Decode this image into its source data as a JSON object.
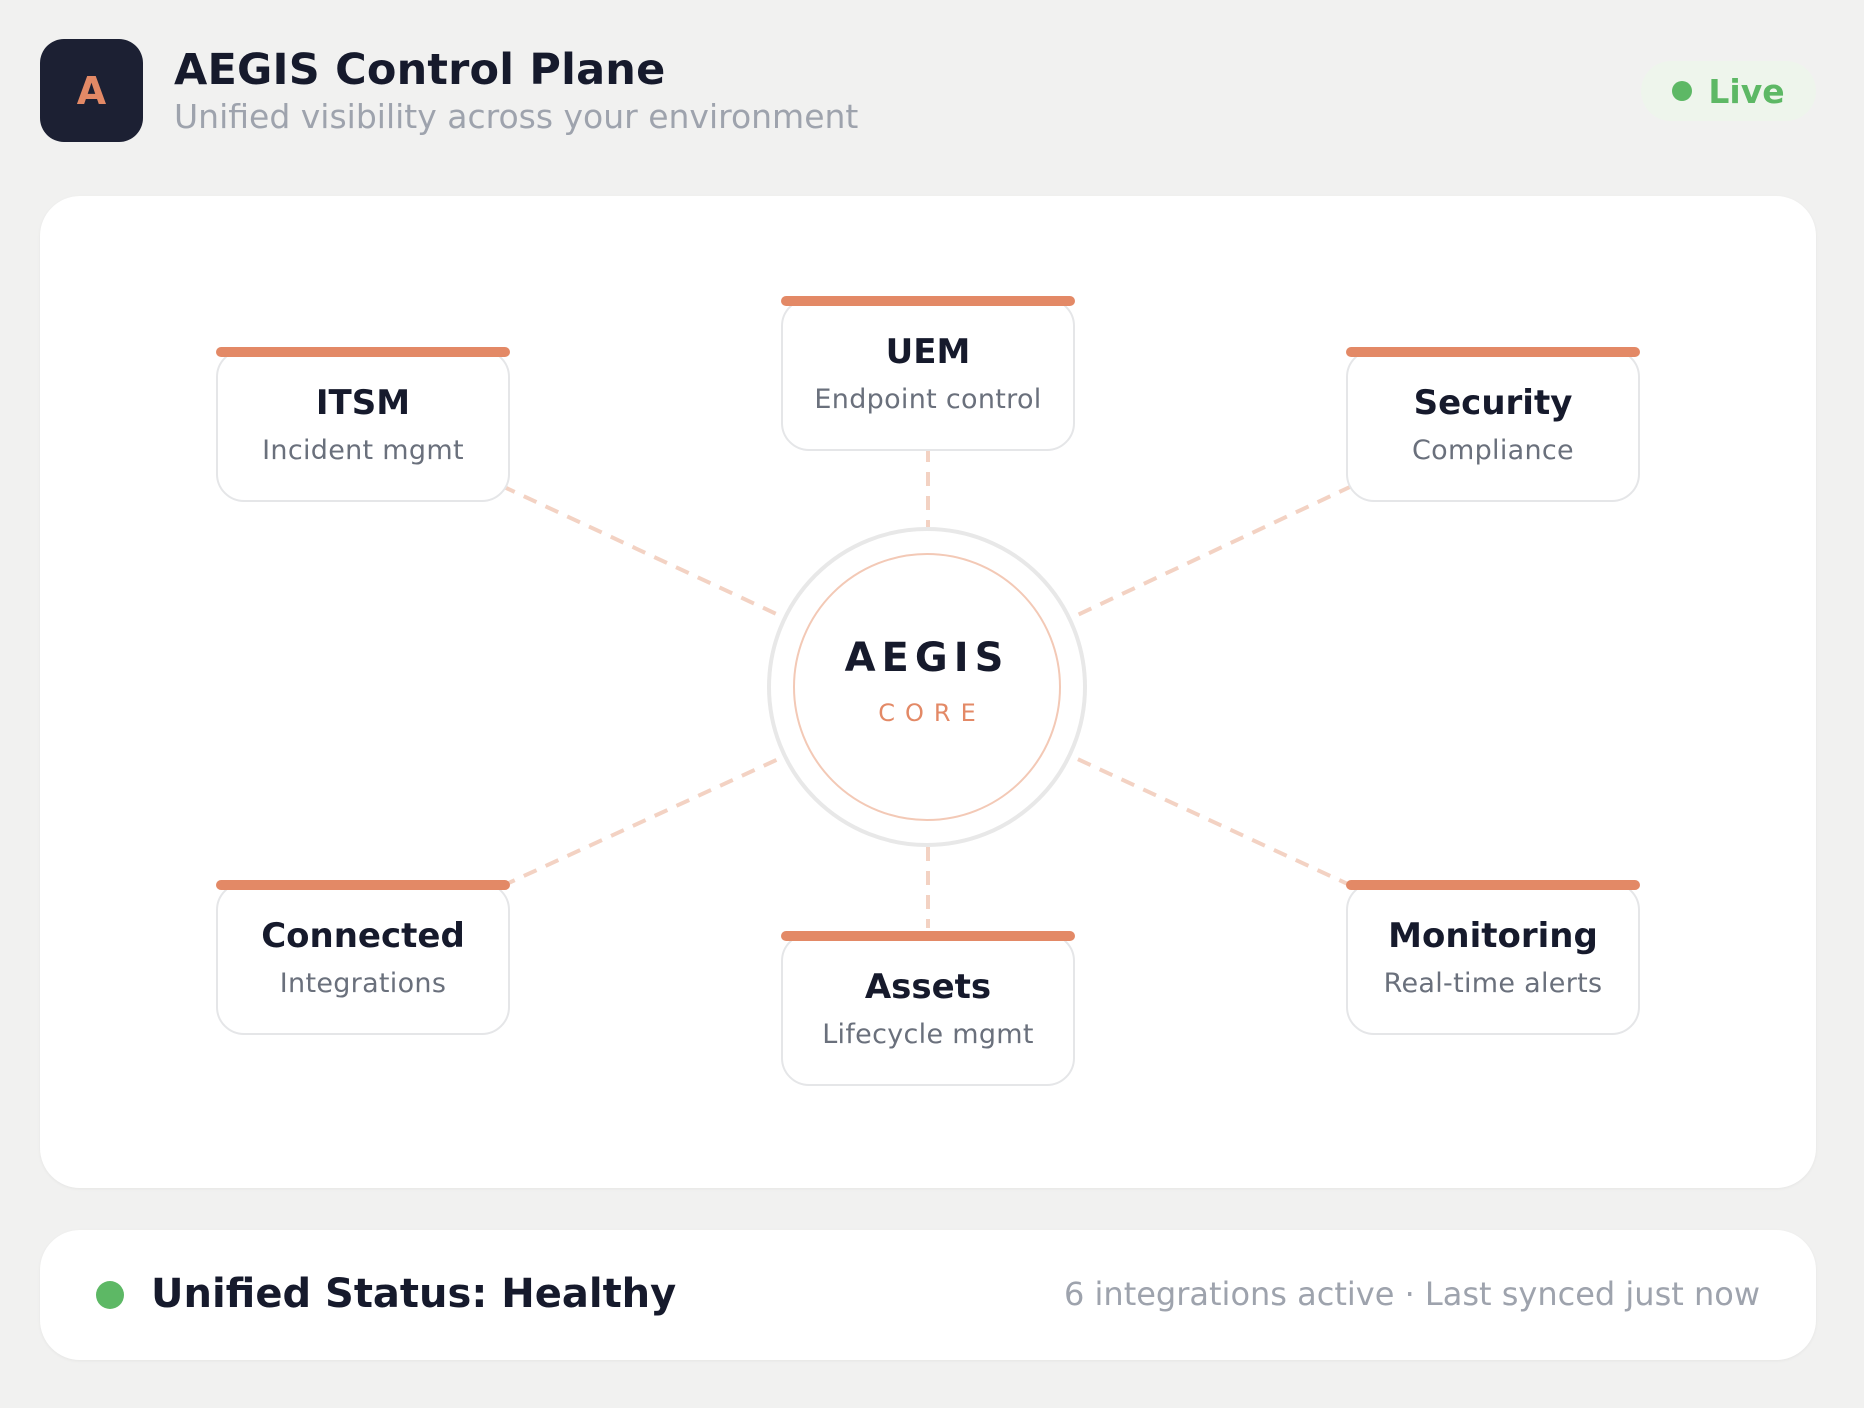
{
  "header": {
    "logo_letter": "A",
    "title": "AEGIS Control Plane",
    "subtitle": "Unified visibility across your environment",
    "live_label": "Live"
  },
  "core": {
    "title": "AEGIS",
    "subtitle": "CORE"
  },
  "nodes": [
    {
      "title": "ITSM",
      "subtitle": "Incident mgmt"
    },
    {
      "title": "UEM",
      "subtitle": "Endpoint control"
    },
    {
      "title": "Security",
      "subtitle": "Compliance"
    },
    {
      "title": "Connected",
      "subtitle": "Integrations"
    },
    {
      "title": "Assets",
      "subtitle": "Lifecycle mgmt"
    },
    {
      "title": "Monitoring",
      "subtitle": "Real-time alerts"
    }
  ],
  "status": {
    "label": "Unified Status: Healthy",
    "meta": "6 integrations active · Last synced just now"
  },
  "colors": {
    "accent": "#e38966",
    "healthy": "#5db865",
    "logo_bg": "#1c2033"
  },
  "icons": [
    "live-status-dot",
    "healthy-status-dot"
  ]
}
